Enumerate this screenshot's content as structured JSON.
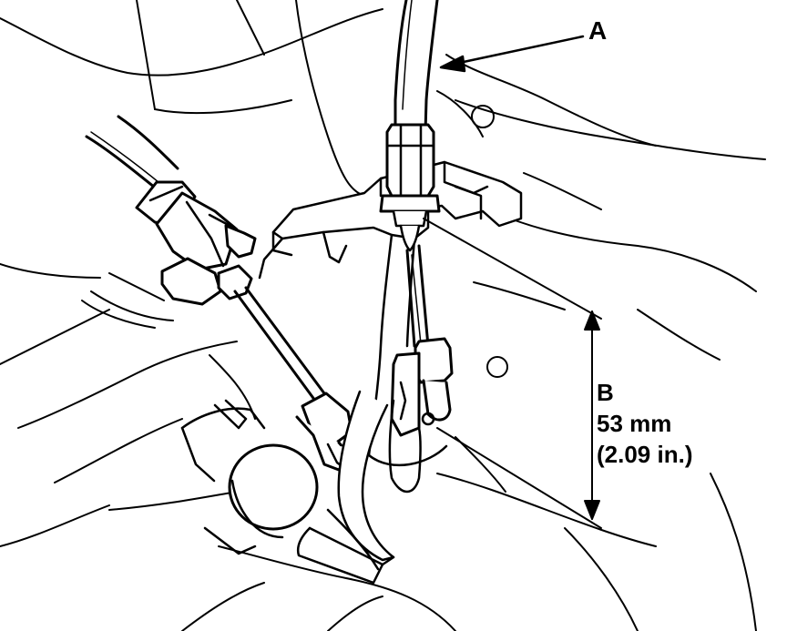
{
  "labels": {
    "a": "A",
    "b": "B",
    "measurement_mm": "53 mm",
    "measurement_in": "(2.09 in.)"
  },
  "colors": {
    "ink": "#000000",
    "paper": "#ffffff"
  }
}
